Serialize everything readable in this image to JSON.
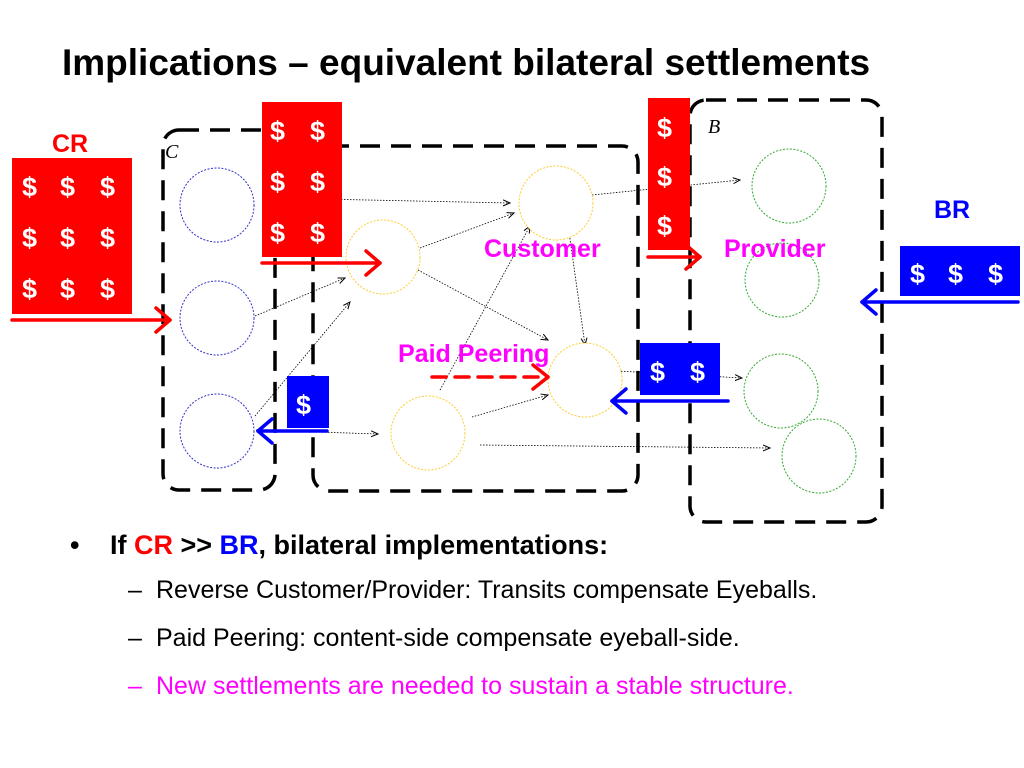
{
  "title": "Implications – equivalent bilateral settlements",
  "labels": {
    "cr": "CR",
    "br": "BR",
    "customer": "Customer",
    "provider": "Provider",
    "paid_peering": "Paid Peering",
    "group_c": "C",
    "group_b": "B"
  },
  "dollar": "$",
  "colors": {
    "red": "#ff0000",
    "blue": "#0000ff",
    "magenta": "#ff00ff",
    "node_blue": "#3333cc",
    "node_orange": "#ffcc33",
    "node_green": "#33aa33"
  },
  "bullets": {
    "main": {
      "prefix": "If ",
      "cr": "CR",
      "mid": " >> ",
      "br": "BR",
      "suffix": ", bilateral implementations:"
    },
    "subs": [
      "Reverse Customer/Provider: Transits compensate Eyeballs.",
      "Paid Peering: content-side compensate eyeball-side.",
      "New settlements are needed to sustain a stable structure."
    ]
  }
}
